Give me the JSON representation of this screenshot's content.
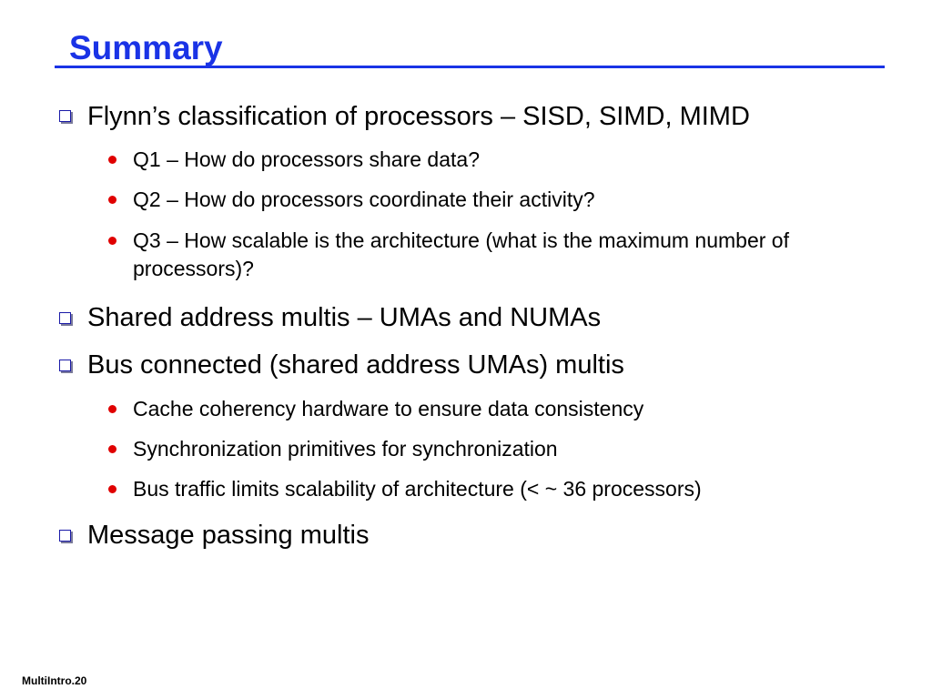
{
  "slide": {
    "title": "Summary",
    "footer": "MultiIntro.20",
    "accent_color": "#1a33e6",
    "bullet_color": "#e00000"
  },
  "items": [
    {
      "text": "Flynn’s classification of processors – SISD, SIMD, MIMD",
      "icon": "square-bullet-icon",
      "sub": [
        {
          "text": "Q1 – How do processors share data?",
          "icon": "dot-bullet-icon"
        },
        {
          "text": "Q2 – How do processors coordinate their activity?",
          "icon": "dot-bullet-icon"
        },
        {
          "text": "Q3 – How scalable is the architecture (what is the maximum number of processors)?",
          "icon": "dot-bullet-icon"
        }
      ]
    },
    {
      "text": "Shared address multis – UMAs and NUMAs",
      "icon": "square-bullet-icon",
      "sub": []
    },
    {
      "text": "Bus connected (shared address UMAs) multis",
      "icon": "square-bullet-icon",
      "sub": [
        {
          "text": "Cache coherency hardware to ensure data consistency",
          "icon": "dot-bullet-icon"
        },
        {
          "text": "Synchronization primitives for synchronization",
          "icon": "dot-bullet-icon"
        },
        {
          "text": "Bus traffic limits scalability of architecture (< ~ 36 processors)",
          "icon": "dot-bullet-icon"
        }
      ]
    },
    {
      "text": "Message passing multis",
      "icon": "square-bullet-icon",
      "sub": []
    }
  ]
}
